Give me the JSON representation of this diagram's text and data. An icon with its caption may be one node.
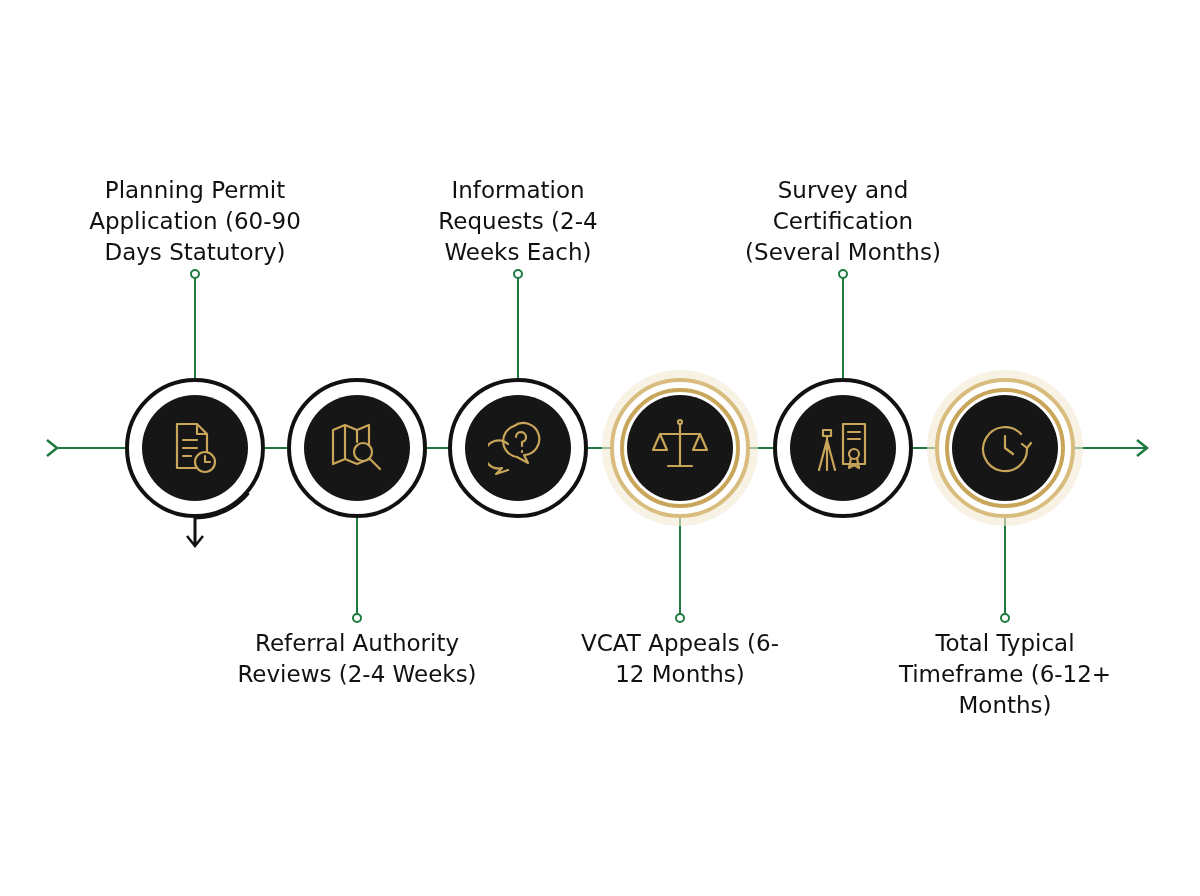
{
  "diagram": {
    "nodes": [
      {
        "text": [
          "Planning Permit Application (60-90 Days Statutory)"
        ]
      },
      {
        "text": [
          "Information Requests (2-4 Weeks Each)"
        ]
      },
      {
        "text": [
          "Survey and Certification (Several Months)"
        ]
      },
      {
        "text": [],
        "shape": "circle"
      },
      {
        "text": [],
        "shape": "circle"
      },
      {
        "text": [],
        "shape": "circle"
      },
      {
        "text": [],
        "shape": "circle"
      },
      {
        "text": [],
        "shape": "circle"
      },
      {
        "text": [],
        "shape": "circle"
      },
      {
        "text": [
          "Referral Authority Reviews (2-4 Weeks)"
        ]
      },
      {
        "text": [
          "VCAT Appeals (6-12 Months)"
        ]
      },
      {
        "text": [
          "Total Typical Timeframe (6-12+ Months)"
        ]
      }
    ],
    "edges": [
      {
        "from": null,
        "to": 3,
        "arrow": "other"
      },
      {
        "from": 3,
        "to": 4,
        "arrow": "none"
      },
      {
        "from": 4,
        "to": 5,
        "arrow": "none"
      },
      {
        "from": 5,
        "to": 6,
        "arrow": "none"
      },
      {
        "from": 6,
        "to": 7,
        "arrow": "none"
      },
      {
        "from": 7,
        "to": 8,
        "arrow": "none"
      },
      {
        "from": 8,
        "to": null,
        "arrow": "to"
      },
      {
        "from": 3,
        "to": null,
        "arrow": "to",
        "color": "#111111"
      },
      {
        "from": 0,
        "to": 3,
        "arrow": "other"
      },
      {
        "from": 1,
        "to": 5,
        "arrow": "other"
      },
      {
        "from": 2,
        "to": 7,
        "arrow": "other"
      },
      {
        "from": 9,
        "to": 4,
        "arrow": "other"
      },
      {
        "from": 10,
        "to": 6,
        "arrow": "other"
      },
      {
        "from": 11,
        "to": 8,
        "arrow": "other"
      }
    ]
  }
}
